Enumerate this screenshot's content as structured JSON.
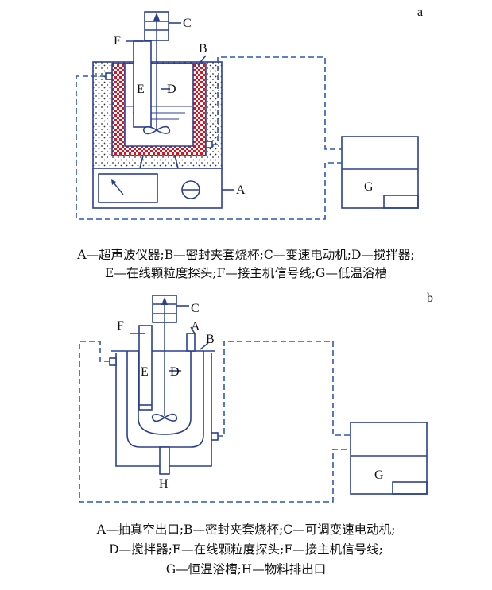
{
  "diagram_a": {
    "tag": "a",
    "labels": {
      "A": "A",
      "B": "B",
      "C": "C",
      "D": "D",
      "E": "E",
      "F": "F",
      "G": "G"
    },
    "caption_lines": [
      "A—超声波仪器;B—密封夹套烧杯;C—变速电动机;D—搅拌器;",
      "E—在线颗粒度探头;F—接主机信号线;G—低温浴槽"
    ]
  },
  "diagram_b": {
    "tag": "b",
    "labels": {
      "A": "A",
      "B": "B",
      "C": "C",
      "D": "D",
      "E": "E",
      "F": "F",
      "G": "G",
      "H": "H"
    },
    "caption_lines": [
      "A—抽真空出口;B—密封夹套烧杯;C—可调变速电动机;",
      "D—搅拌器;E—在线颗粒度探头;F—接主机信号线;",
      "G—恒温浴槽;H—物料排出口"
    ]
  },
  "colors": {
    "line": "#2b3f8f",
    "dash": "#2d56b8",
    "jacket_red": "#d8141e",
    "text": "#111111"
  }
}
